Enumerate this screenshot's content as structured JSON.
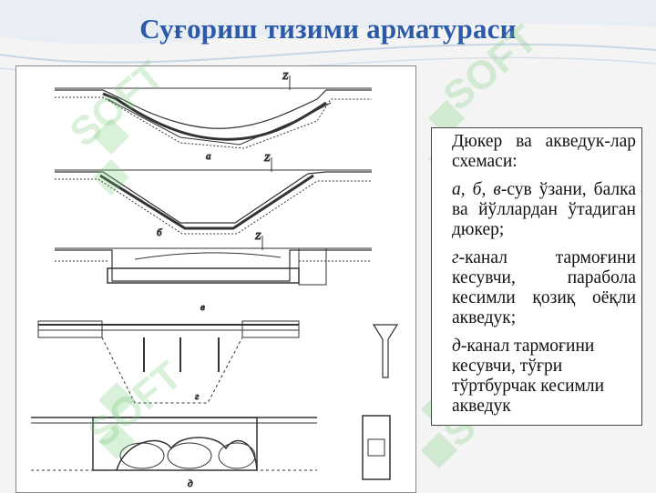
{
  "title": "Суғориш тизими арматураси",
  "diagram": {
    "labels": {
      "a": "а",
      "b": "б",
      "v": "в",
      "g": "г",
      "d": "д",
      "z": "Z"
    }
  },
  "caption": {
    "p1": "Дюкер ва акведук-лар схемаси:",
    "p2_marks": "а, б, в",
    "p2_text": "-сув ўзани, балка ва йўллардан ўтадиган дюкер;",
    "p3_mark": "г",
    "p3_text": "-канал тармоғини кесувчи, парабола кесимли қозиқ оёқли акведук;",
    "p4_mark": "д",
    "p4_text": "-канал тармоғини кесувчи, тўғри тўртбурчак кесимли акведук"
  },
  "watermark": {
    "text": "SOFT"
  },
  "colors": {
    "title": "#2b5aa8",
    "watermark": "#78c878"
  }
}
